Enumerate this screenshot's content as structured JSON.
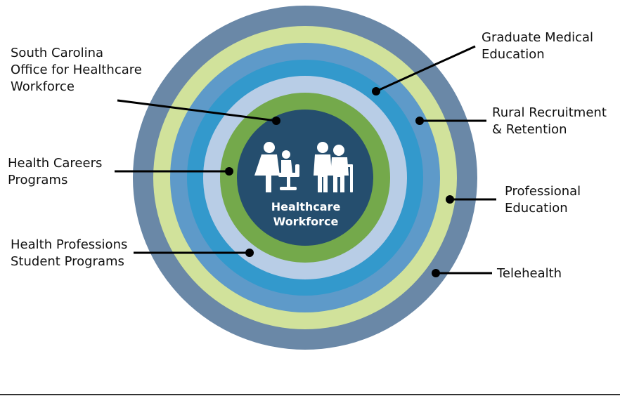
{
  "diagram": {
    "center": {
      "line1": "Healthcare",
      "line2": "Workforce"
    },
    "labels": {
      "sc_office": [
        "South Carolina",
        "Office for Healthcare",
        "Workforce"
      ],
      "health_careers": [
        "Health Careers",
        "Programs"
      ],
      "student_programs": [
        "Health Professions",
        "Student Programs"
      ],
      "gme": [
        "Graduate Medical",
        "Education"
      ],
      "rural": [
        "Rural Recruitment",
        "& Retention"
      ],
      "professional": [
        "Professional",
        "Education"
      ],
      "telehealth": [
        "Telehealth"
      ]
    },
    "colors": {
      "ring_outer": "#6A88A7",
      "ring_lightgreen": "#D1E29B",
      "ring_midblue": "#5E9AC9",
      "ring_brightblue": "#3399CC",
      "ring_paleblue": "#B8CDE6",
      "ring_green": "#74A94B",
      "core_navy": "#254E6E"
    },
    "icons": [
      "doctor-with-child-icon",
      "elderly-couple-icon"
    ]
  }
}
